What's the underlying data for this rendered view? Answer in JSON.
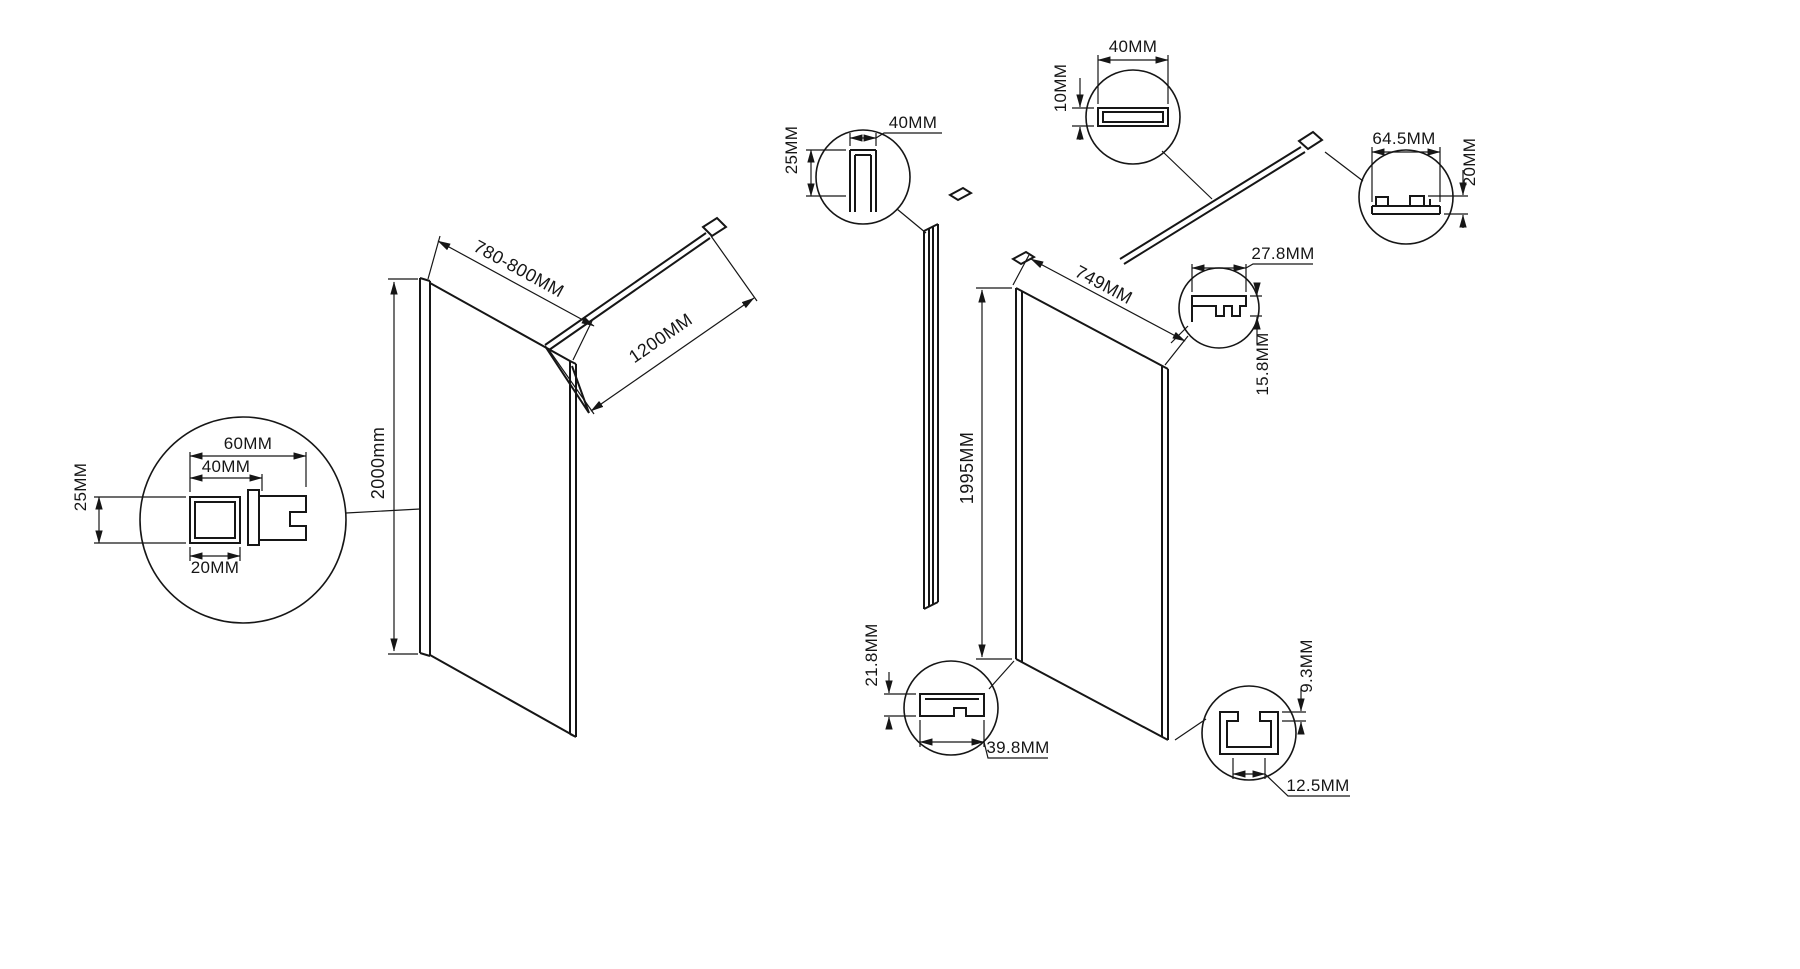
{
  "page": {
    "background": "#ffffff",
    "line_color": "#161616"
  },
  "left_assembly": {
    "dims": {
      "width": "780-800MM",
      "bar_length": "1200MM",
      "height": "2000mm"
    },
    "profile_detail": {
      "outer_width": "60MM",
      "inner_width": "40MM",
      "height": "25MM",
      "tube_width": "20MM"
    }
  },
  "right_assembly": {
    "dims": {
      "width": "749MM",
      "height": "1995MM"
    },
    "wall_channel_detail": {
      "width": "40MM",
      "depth": "25MM"
    },
    "top_bar_detail": {
      "width": "40MM",
      "height": "10MM"
    },
    "wall_bracket_detail": {
      "width": "64.5MM",
      "height": "20MM"
    },
    "glass_clamp_detail": {
      "width": "27.8MM",
      "height": "15.8MM"
    },
    "bottom_rail_detail": {
      "height": "21.8MM",
      "width": "39.8MM"
    },
    "bottom_channel_detail": {
      "lip_height": "9.3MM",
      "inner_width": "12.5MM"
    }
  }
}
